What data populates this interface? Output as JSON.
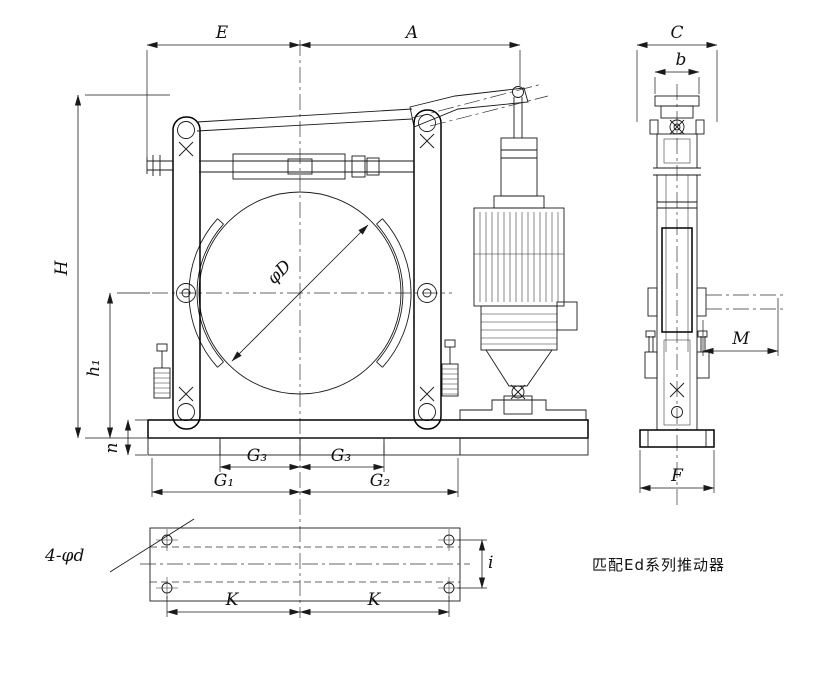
{
  "colors": {
    "background": "#ffffff",
    "line": "#1a1a1a"
  },
  "caption": {
    "text": "匹配Ed系列推动器"
  },
  "dimensions": {
    "top": {
      "E": "E",
      "A": "A"
    },
    "side_top": {
      "C": "C",
      "b": "b"
    },
    "left": {
      "H": "H",
      "h1": "h₁",
      "n": "n"
    },
    "drum": {
      "diameter": "φD"
    },
    "base": {
      "G3_left": "G₃",
      "G3_right": "G₃",
      "G1": "G₁",
      "G2": "G₂"
    },
    "side": {
      "M": "M",
      "F": "F"
    },
    "plan": {
      "K_left": "K",
      "K_right": "K",
      "i": "i",
      "holes_note": "4-φd"
    }
  }
}
